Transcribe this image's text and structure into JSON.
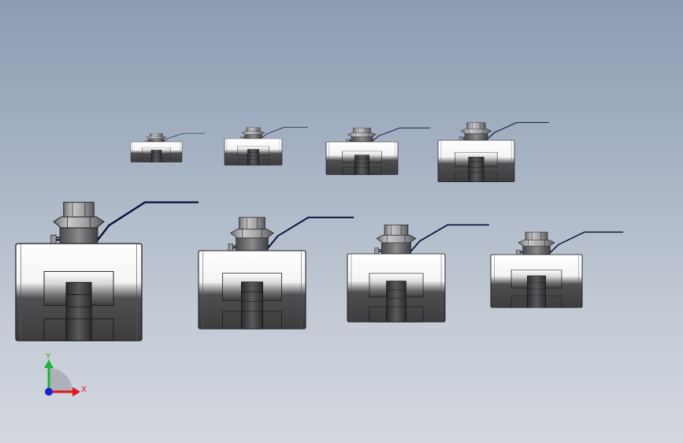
{
  "viewport": {
    "background_top": "#8c9cb3",
    "background_bottom": "#d3d8e0"
  },
  "model": {
    "part": "ball-valve",
    "handle_color": "#0b0d3a",
    "body_top_color": "#ffffff",
    "body_bottom_color": "#4a4a4c"
  },
  "triad": {
    "x_label": "X",
    "y_label": "Y",
    "x_color": "#e0151b",
    "y_color": "#1fb13a",
    "z_color": "#1a22c8"
  }
}
